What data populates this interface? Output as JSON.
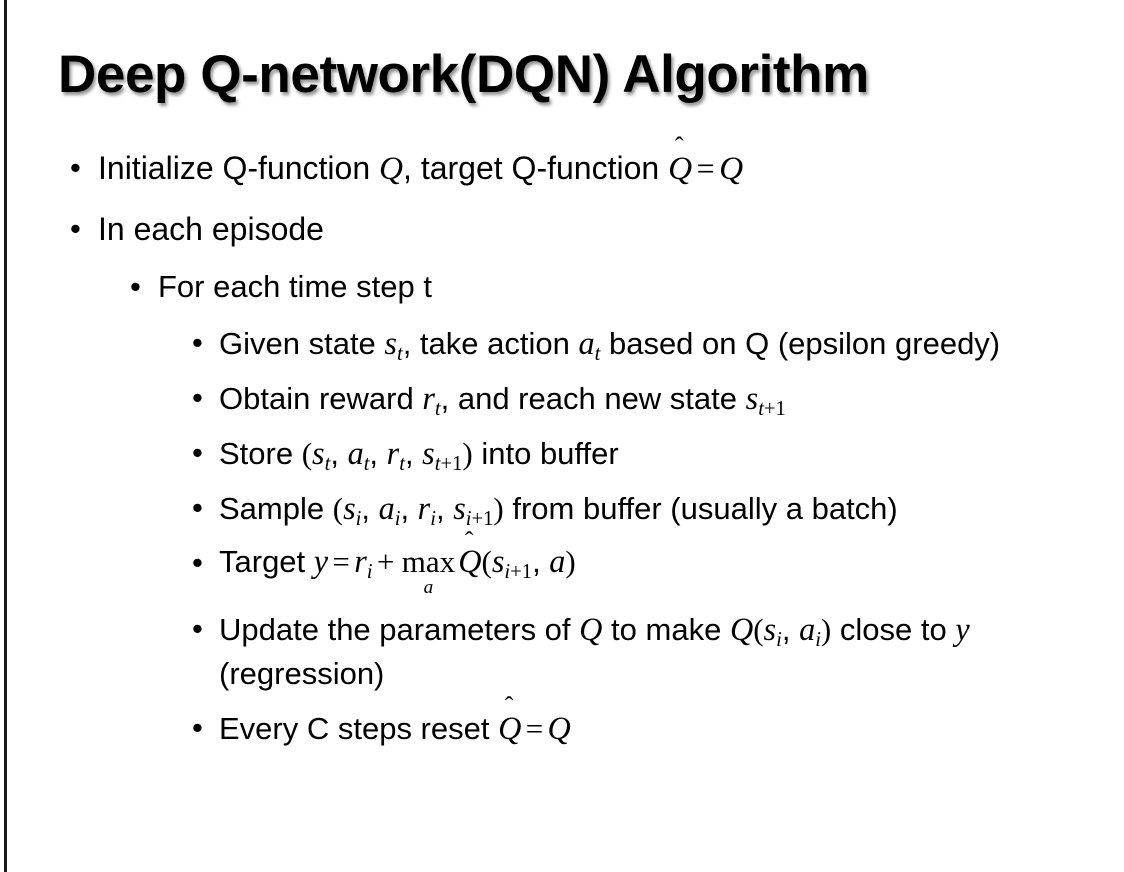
{
  "slide": {
    "title": "Deep Q-network(DQN) Algorithm",
    "bullet_glyph": "•",
    "background_color": "#ffffff",
    "text_color": "#000000",
    "edge_rule_color": "#1a1a1a"
  },
  "content": {
    "items": [
      {
        "level": 1,
        "name": "bullet-initialize-q-function",
        "plain_text": "Initialize Q-function Q, target Q-function Q̂ = Q",
        "parts": [
          {
            "t": "text",
            "v": "Initialize Q-function "
          },
          {
            "t": "var",
            "v": "Q"
          },
          {
            "t": "text",
            "v": ", target Q-function "
          },
          {
            "t": "hat",
            "v": "Q"
          },
          {
            "t": "op",
            "v": "="
          },
          {
            "t": "var",
            "v": "Q"
          }
        ]
      },
      {
        "level": 1,
        "name": "bullet-in-each-episode",
        "plain_text": "In each episode",
        "parts": [
          {
            "t": "text",
            "v": "In each episode"
          }
        ]
      },
      {
        "level": 2,
        "name": "bullet-for-each-time-step",
        "plain_text": "For each time step t",
        "parts": [
          {
            "t": "text",
            "v": "For each time step t"
          }
        ]
      },
      {
        "level": 3,
        "name": "bullet-given-state-take-action",
        "plain_text": "Given state s_t, take action a_t based on Q (epsilon greedy)",
        "parts": [
          {
            "t": "text",
            "v": "Given state "
          },
          {
            "t": "var",
            "v": "s",
            "sub": "t"
          },
          {
            "t": "text",
            "v": ", take action "
          },
          {
            "t": "var",
            "v": "a",
            "sub": "t"
          },
          {
            "t": "text",
            "v": " based on Q (epsilon greedy)"
          }
        ]
      },
      {
        "level": 3,
        "name": "bullet-obtain-reward",
        "plain_text": "Obtain reward r_t, and reach new state s_t+1",
        "parts": [
          {
            "t": "text",
            "v": "Obtain reward "
          },
          {
            "t": "var",
            "v": "r",
            "sub": "t"
          },
          {
            "t": "text",
            "v": ", and reach new state "
          },
          {
            "t": "var",
            "v": "s",
            "sub": "t+1"
          }
        ]
      },
      {
        "level": 3,
        "name": "bullet-store-into-buffer",
        "plain_text": "Store (s_t, a_t, r_t, s_t+1) into buffer",
        "parts": [
          {
            "t": "text",
            "v": "Store "
          },
          {
            "t": "paren",
            "v": "("
          },
          {
            "t": "var",
            "v": "s",
            "sub": "t"
          },
          {
            "t": "text",
            "v": ", "
          },
          {
            "t": "var",
            "v": "a",
            "sub": "t"
          },
          {
            "t": "text",
            "v": ", "
          },
          {
            "t": "var",
            "v": "r",
            "sub": "t"
          },
          {
            "t": "text",
            "v": ", "
          },
          {
            "t": "var",
            "v": "s",
            "sub": "t+1"
          },
          {
            "t": "paren",
            "v": ")"
          },
          {
            "t": "text",
            "v": " into buffer"
          }
        ]
      },
      {
        "level": 3,
        "name": "bullet-sample-from-buffer",
        "plain_text": "Sample (s_i, a_i, r_i, s_i+1) from buffer (usually a batch)",
        "parts": [
          {
            "t": "text",
            "v": "Sample "
          },
          {
            "t": "paren",
            "v": "("
          },
          {
            "t": "var",
            "v": "s",
            "sub": "i"
          },
          {
            "t": "text",
            "v": ", "
          },
          {
            "t": "var",
            "v": "a",
            "sub": "i"
          },
          {
            "t": "text",
            "v": ", "
          },
          {
            "t": "var",
            "v": "r",
            "sub": "i"
          },
          {
            "t": "text",
            "v": ", "
          },
          {
            "t": "var",
            "v": "s",
            "sub": "i+1"
          },
          {
            "t": "paren",
            "v": ")"
          },
          {
            "t": "text",
            "v": " from buffer (usually a batch)"
          }
        ]
      },
      {
        "level": 3,
        "name": "bullet-target-equation",
        "has_limits": true,
        "plain_text": "Target y = r_i + max_a Q̂(s_i+1, a)",
        "parts": [
          {
            "t": "text",
            "v": "Target "
          },
          {
            "t": "var",
            "v": "y"
          },
          {
            "t": "op",
            "v": "="
          },
          {
            "t": "var",
            "v": "r",
            "sub": "i"
          },
          {
            "t": "op",
            "v": "+"
          },
          {
            "t": "limits",
            "v": "max",
            "lim": "a"
          },
          {
            "t": "hat",
            "v": "Q"
          },
          {
            "t": "paren",
            "v": "("
          },
          {
            "t": "var",
            "v": "s",
            "sub": "i+1"
          },
          {
            "t": "text",
            "v": ", "
          },
          {
            "t": "var",
            "v": "a"
          },
          {
            "t": "paren",
            "v": ")"
          }
        ]
      },
      {
        "level": 3,
        "name": "bullet-update-parameters",
        "plain_text": "Update the parameters of Q to make Q(s_i, a_i) close to y (regression)",
        "parts": [
          {
            "t": "text",
            "v": "Update the parameters of "
          },
          {
            "t": "var",
            "v": "Q"
          },
          {
            "t": "text",
            "v": " to make "
          },
          {
            "t": "var",
            "v": "Q"
          },
          {
            "t": "paren",
            "v": "("
          },
          {
            "t": "var",
            "v": "s",
            "sub": "i"
          },
          {
            "t": "text",
            "v": ", "
          },
          {
            "t": "var",
            "v": "a",
            "sub": "i"
          },
          {
            "t": "paren",
            "v": ")"
          },
          {
            "t": "text",
            "v": " close to "
          },
          {
            "t": "var",
            "v": "y"
          },
          {
            "t": "text",
            "v": " (regression)"
          }
        ]
      },
      {
        "level": 3,
        "name": "bullet-every-c-steps-reset",
        "plain_text": "Every C steps reset Q̂ = Q",
        "parts": [
          {
            "t": "text",
            "v": "Every C steps reset "
          },
          {
            "t": "hat",
            "v": "Q"
          },
          {
            "t": "op",
            "v": "="
          },
          {
            "t": "var",
            "v": "Q"
          }
        ]
      }
    ]
  }
}
